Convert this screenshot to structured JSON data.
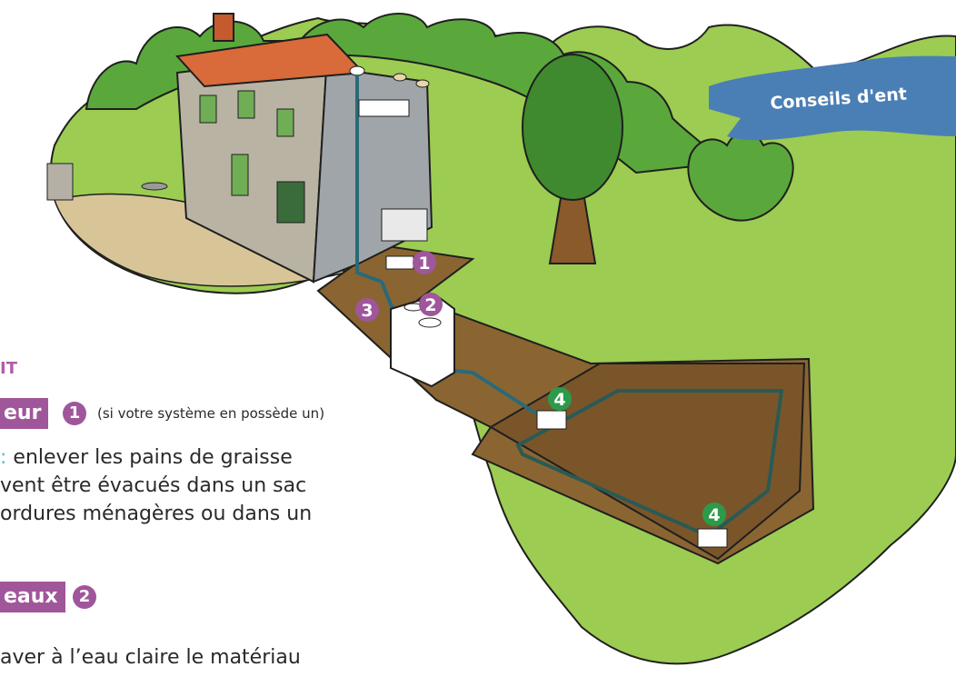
{
  "banner": {
    "text": "Conseils d'ent"
  },
  "section": {
    "title": "IT"
  },
  "item1": {
    "label": "eur",
    "number": "1",
    "note": "(si votre système en possède un)"
  },
  "para1": {
    "line1_colon": ":",
    "line1_rest": " enlever les pains de graisse",
    "line2": "vent être évacués dans un sac",
    "line3": "ordures ménagères ou dans un"
  },
  "item2": {
    "label": "eaux",
    "number": "2"
  },
  "para2": {
    "line1": "aver à l’eau claire le matériau"
  },
  "diagram": {
    "markers": [
      {
        "number": "1",
        "color": "#a0569b"
      },
      {
        "number": "2",
        "color": "#a0569b"
      },
      {
        "number": "3",
        "color": "#a0569b"
      },
      {
        "number": "4",
        "color": "#2c9a4a"
      },
      {
        "number": "4",
        "color": "#2c9a4a"
      }
    ]
  },
  "colors": {
    "purple": "#a0569b",
    "green_marker": "#2c9a4a",
    "grass": "#9ccc52",
    "soil": "#8a6532",
    "banner": "#4a7fb5"
  }
}
